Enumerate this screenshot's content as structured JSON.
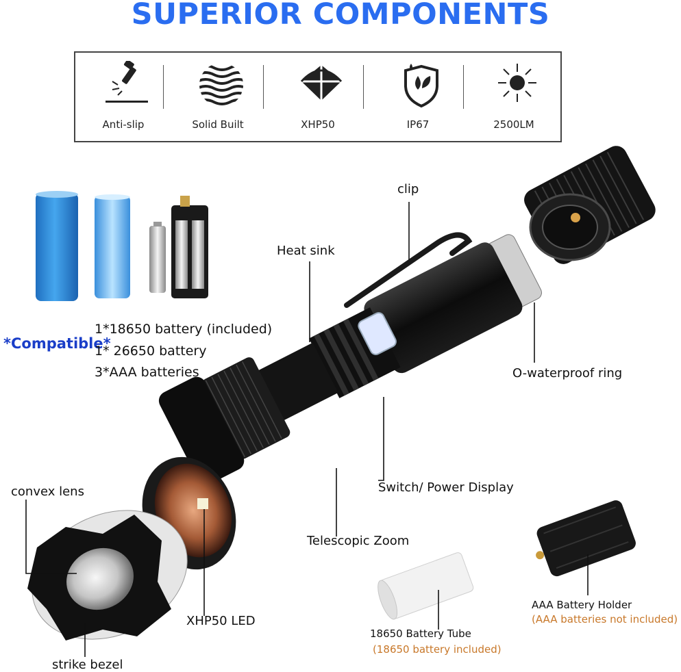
{
  "title": "SUPERIOR COMPONENTS",
  "features": [
    {
      "label": "Anti-slip",
      "icon": "flashlight-anti-slip-icon"
    },
    {
      "label": "Solid Built",
      "icon": "wave-sphere-icon"
    },
    {
      "label": "XHP50",
      "icon": "led-chip-icon"
    },
    {
      "label": "IP67",
      "icon": "water-shield-icon"
    },
    {
      "label": "2500LM",
      "icon": "sun-brightness-icon"
    }
  ],
  "batteries": {
    "compatible_label": "*Compatible*",
    "items": [
      "1*18650 battery (included)",
      "1* 26650 battery",
      "3*AAA batteries"
    ]
  },
  "callouts": {
    "clip": "clip",
    "heat_sink": "Heat sink",
    "o_ring": "O-waterproof ring",
    "switch": "Switch/ Power Display",
    "convex_lens": "convex lens",
    "telescopic_zoom": "Telescopic Zoom",
    "led": "XHP50 LED",
    "strike_bezel": "strike bezel",
    "tube_title": "18650 Battery Tube",
    "tube_note": "(18650 battery included)",
    "holder_title": "AAA Battery Holder",
    "holder_note": "(AAA batteries not included)"
  },
  "colors": {
    "title": "#2a6df0",
    "compatible": "#1a3ec8",
    "note": "#c8782a",
    "battery_blue": "#2f8fd8"
  }
}
